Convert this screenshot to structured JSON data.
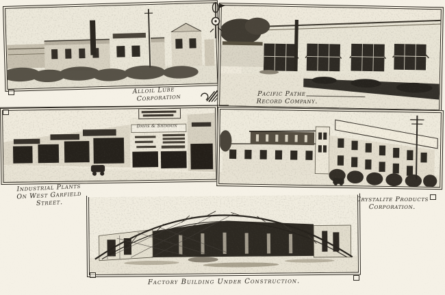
{
  "colors": {
    "paper": "#f5f1e6",
    "ink": "#26221b"
  },
  "photos": [
    {
      "name": "alloil-lube-plant-photo",
      "caption": [
        "Alloil Lube",
        "Corporation"
      ]
    },
    {
      "name": "pacific-pathe-record-photo",
      "caption": [
        "Pacific Pathe",
        "Record Company."
      ]
    },
    {
      "name": "west-garfield-street-photo",
      "caption": [
        "Industrial Plants",
        "On West Garfield",
        "Street."
      ],
      "sign": "Davis & Shimmin"
    },
    {
      "name": "crystalite-products-photo",
      "caption": [
        "Crystalite Products",
        "Corporation."
      ]
    },
    {
      "name": "factory-under-construction-photo",
      "caption": [
        "Factory Building Under Construction."
      ]
    }
  ]
}
